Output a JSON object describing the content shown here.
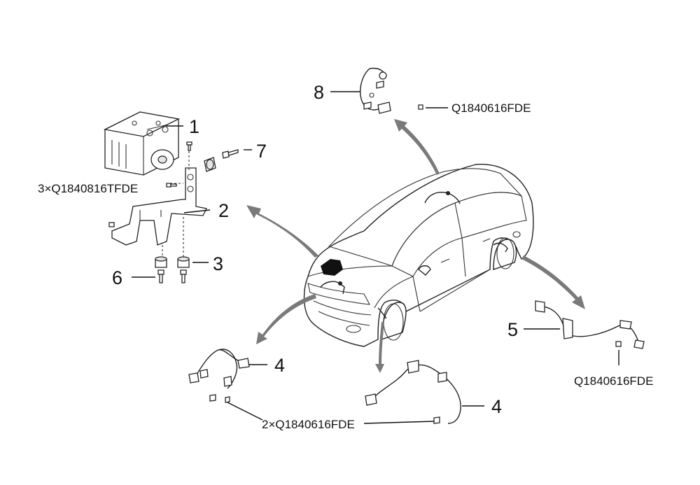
{
  "callouts": {
    "c1": "1",
    "c2": "2",
    "c3": "3",
    "c4a": "4",
    "c4b": "4",
    "c5": "5",
    "c6": "6",
    "c7": "7",
    "c8": "8"
  },
  "part_numbers": {
    "bracket_bolts": "3×Q1840816TFDE",
    "rear_sensor_bolt_top": "Q1840616FDE",
    "rear_sensor_bolt_right": "Q1840616FDE",
    "front_sensor_bolts": "2×Q1840616FDE"
  },
  "colors": {
    "arrow": "#7a7a7a",
    "line": "#111111",
    "module_fill": "#111111"
  }
}
